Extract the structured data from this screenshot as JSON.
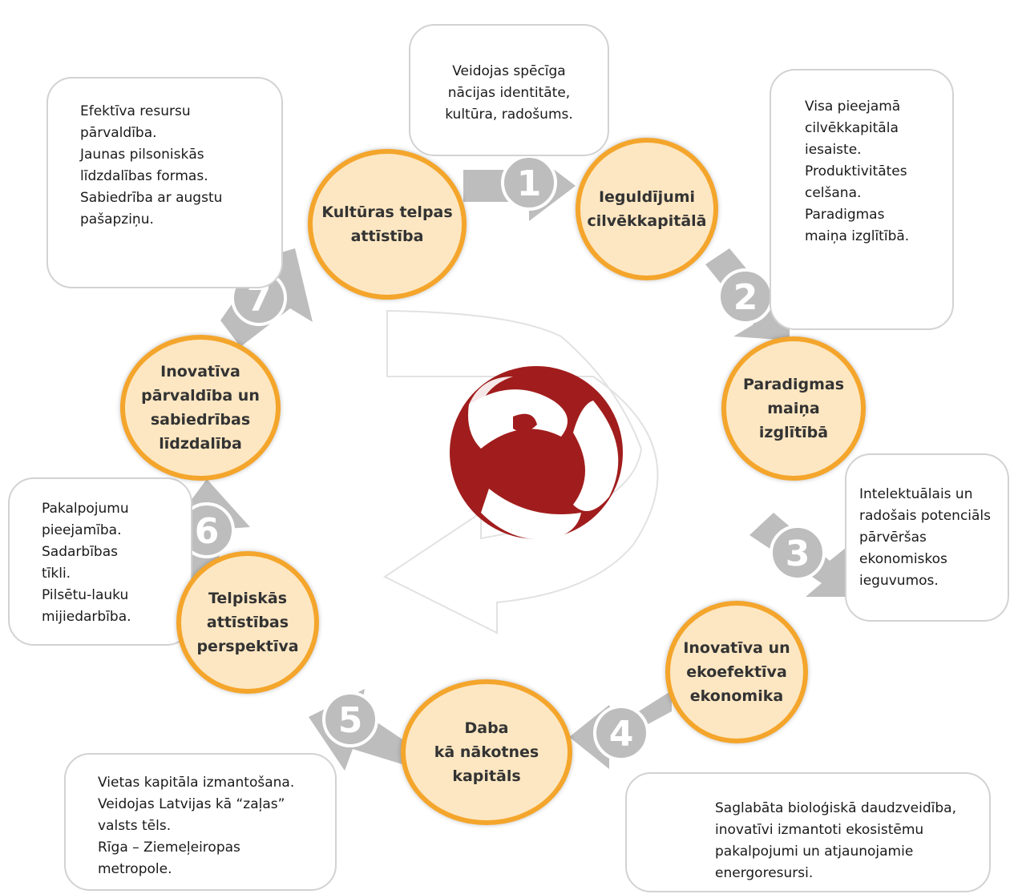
{
  "colors": {
    "circle_fill": "#fde7c2",
    "circle_border": "#f4a52b",
    "arrow": "#bdbdbd",
    "logo": "#a11d1d",
    "box_border": "#d2d2d2"
  },
  "steps": [
    {
      "number": "1",
      "title": [
        "Ieguldījumi",
        "cilvēkkapitālā"
      ],
      "description": [
        "Veidojas spēcīga",
        "nācijas identitāte,",
        "kultūra, radošums."
      ]
    },
    {
      "number": "2",
      "title": [
        "Paradigmas",
        "maiņa",
        "izglītībā"
      ],
      "description": [
        "Visa pieejamā",
        "cilvēkkapitāla",
        "iesaiste.",
        "Produktivitātes",
        "celšana.",
        "Paradigmas",
        "maiņa izglītībā."
      ]
    },
    {
      "number": "3",
      "title": [
        "Inovatīva un",
        "ekoefektīva",
        "ekonomika"
      ],
      "description": [
        "Intelektuālais un",
        "radošais potenciāls",
        "pārvēršas",
        "ekonomiskos",
        "ieguvumos."
      ]
    },
    {
      "number": "4",
      "title": [
        "Daba",
        "kā nākotnes",
        "kapitāls"
      ],
      "description": [
        "Saglabāta bioloģiskā daudzveidība,",
        "inovatīvi izmantoti ekosistēmu",
        "pakalpojumi un atjaunojamie",
        "energoresursi."
      ]
    },
    {
      "number": "5",
      "title": [
        "Telpiskās",
        "attīstības",
        "perspektīva"
      ],
      "description": [
        "Vietas kapitāla izmantošana.",
        "Veidojas Latvijas kā “zaļas”",
        "valsts tēls.",
        "Rīga – Ziemeļeiropas",
        "metropole."
      ]
    },
    {
      "number": "6",
      "title": [
        "Inovatīva",
        "pārvaldība un",
        "sabiedrības",
        "līdzdalība"
      ],
      "description": [
        "Pakalpojumu",
        "pieejamība.",
        "Sadarbības",
        "tīkli.",
        "Pilsētu-lauku",
        "mijiedarbība."
      ]
    },
    {
      "number": "7",
      "title": [
        "Kultūras telpas",
        "attīstība"
      ],
      "description": [
        "Efektīva resursu",
        "pārvaldība.",
        "Jaunas pilsoniskās",
        "līdzdalības formas.",
        "Sabiedrība ar augstu",
        "pašapziņu."
      ]
    }
  ]
}
